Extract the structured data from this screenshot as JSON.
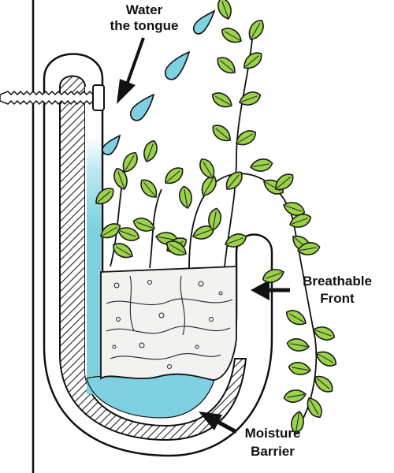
{
  "labels": {
    "water_line1": "Water",
    "water_line2": "the tongue",
    "front_line1": "Breathable",
    "front_line2": "Front",
    "barrier_line1": "Moisture",
    "barrier_line2": "Barrier"
  },
  "colors": {
    "outline": "#111111",
    "water": "#7fd1e2",
    "water_light": "#bfe9f2",
    "leaf": "#9ad24a",
    "leaf_dark": "#2a3a12",
    "soil": "#f2f2f0",
    "hatch": "#222222"
  },
  "icons": [
    "nail-icon",
    "water-drop-icon",
    "arrow-icon",
    "leaf-icon"
  ]
}
